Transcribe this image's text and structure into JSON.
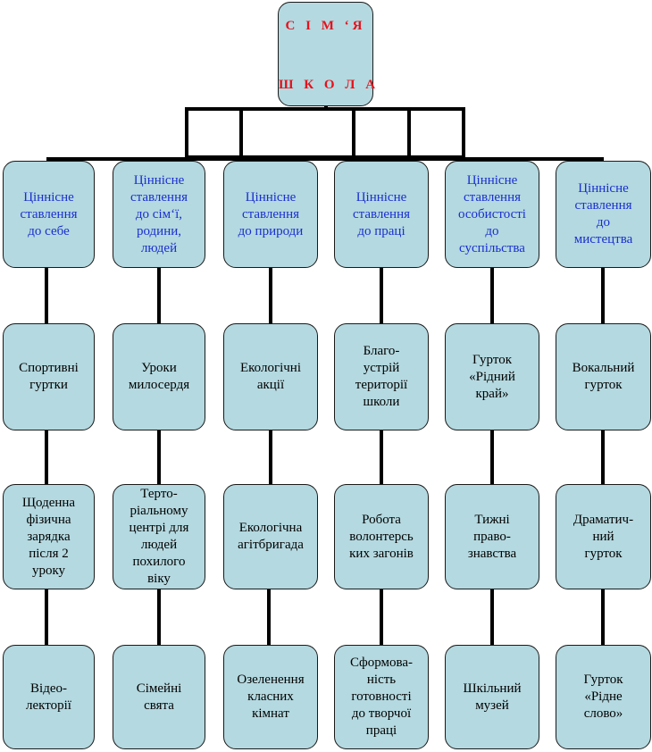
{
  "root": {
    "line1": "С І М ‘Я",
    "line2": "Ш К О Л А"
  },
  "colors": {
    "box_fill": "#b4d9e0",
    "title_red": "#e8101a",
    "value_blue": "#1a2fd0",
    "line": "#000000"
  },
  "columns": [
    {
      "value": "Ціннісне\nставлення\nдо себе",
      "items": [
        "Спортивні\nгуртки",
        "Щоденна\nфізична\nзарядка\nпісля 2\nуроку",
        "Відео-\nлекторії"
      ]
    },
    {
      "value": "Ціннісне\nставлення\nдо сім‘ї,\nродини,\nлюдей",
      "items": [
        "Уроки\nмилосердя",
        "Терто-\nріальному\nцентрі для\nлюдей\nпохилого\nвіку",
        "Сімейні\nсвята"
      ]
    },
    {
      "value": "Ціннісне\nставлення\nдо природи",
      "items": [
        "Екологічні\nакції",
        "Екологічна\nагітбригада",
        "Озеленення\nкласних\nкімнат"
      ]
    },
    {
      "value": "Ціннісне\nставлення\nдо праці",
      "items": [
        "Благо-\nустрій\nтериторії\nшколи",
        "Робота\nволонтерсь\nких загонів",
        "Сформова-\nність\nготовності\nдо творчої\nпраці"
      ]
    },
    {
      "value": "Ціннісне\nставлення\nособистості\nдо\nсуспільства",
      "items": [
        "Гурток\n«Рідний\nкрай»",
        "Тижні\nправо-\nзнавства",
        "Шкільний\nмузей"
      ]
    },
    {
      "value": "Ціннісне\nставлення\nдо\nмистецтва",
      "items": [
        "Вокальний\nгурток",
        "Драматич-\nний\nгурток",
        "Гурток\n«Рідне\nслово»"
      ]
    }
  ]
}
